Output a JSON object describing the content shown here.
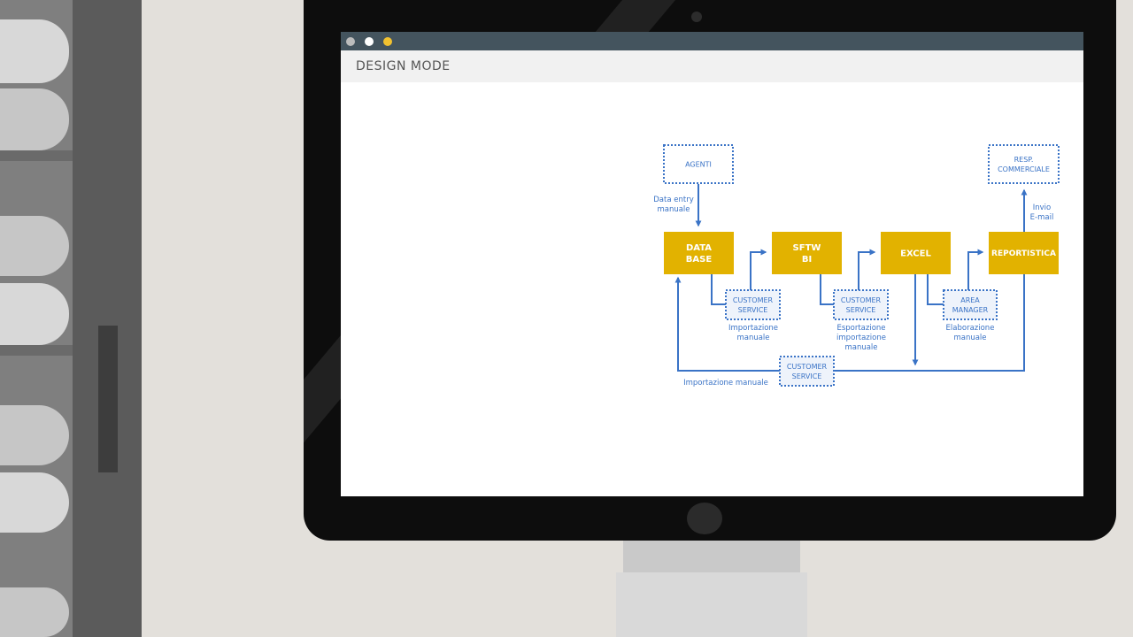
{
  "window": {
    "controls": [
      {
        "name": "window-close-dot",
        "color": "#bcbcbc"
      },
      {
        "name": "window-minimize-dot",
        "color": "#ffffff"
      },
      {
        "name": "window-maximize-dot",
        "color": "#f2c230"
      }
    ],
    "mode_title": "DESIGN MODE"
  },
  "diagram": {
    "colors": {
      "process": "#e2b200",
      "link": "#3a73c6",
      "actor_fill": "#eef3fb",
      "actor_border": "#3a73c6"
    },
    "nodes": {
      "agenti": {
        "label": [
          "AGENTI"
        ]
      },
      "resp": {
        "label": [
          "RESP.",
          "COMMERCIALE"
        ]
      },
      "database": {
        "label": [
          "DATA",
          "BASE"
        ]
      },
      "sftw": {
        "label": [
          "SFTW",
          "BI"
        ]
      },
      "excel": {
        "label": [
          "EXCEL"
        ]
      },
      "report": {
        "label": [
          "REPORTISTICA"
        ]
      },
      "cs1": {
        "label": [
          "CUSTOMER",
          "SERVICE"
        ]
      },
      "cs2": {
        "label": [
          "CUSTOMER",
          "SERVICE"
        ]
      },
      "area": {
        "label": [
          "AREA",
          "MANAGER"
        ]
      },
      "cs3": {
        "label": [
          "CUSTOMER",
          "SERVICE"
        ]
      }
    },
    "edge_labels": {
      "data_entry": [
        "Data entry",
        "manuale"
      ],
      "invio": [
        "Invio",
        "E-mail"
      ],
      "importazione1": [
        "Importazione",
        "manuale"
      ],
      "esportazione": [
        "Esportazione",
        "importazione",
        "manuale"
      ],
      "elaborazione": [
        "Elaborazione",
        "manuale"
      ],
      "importazione_bottom": [
        "Importazione manuale"
      ]
    }
  }
}
